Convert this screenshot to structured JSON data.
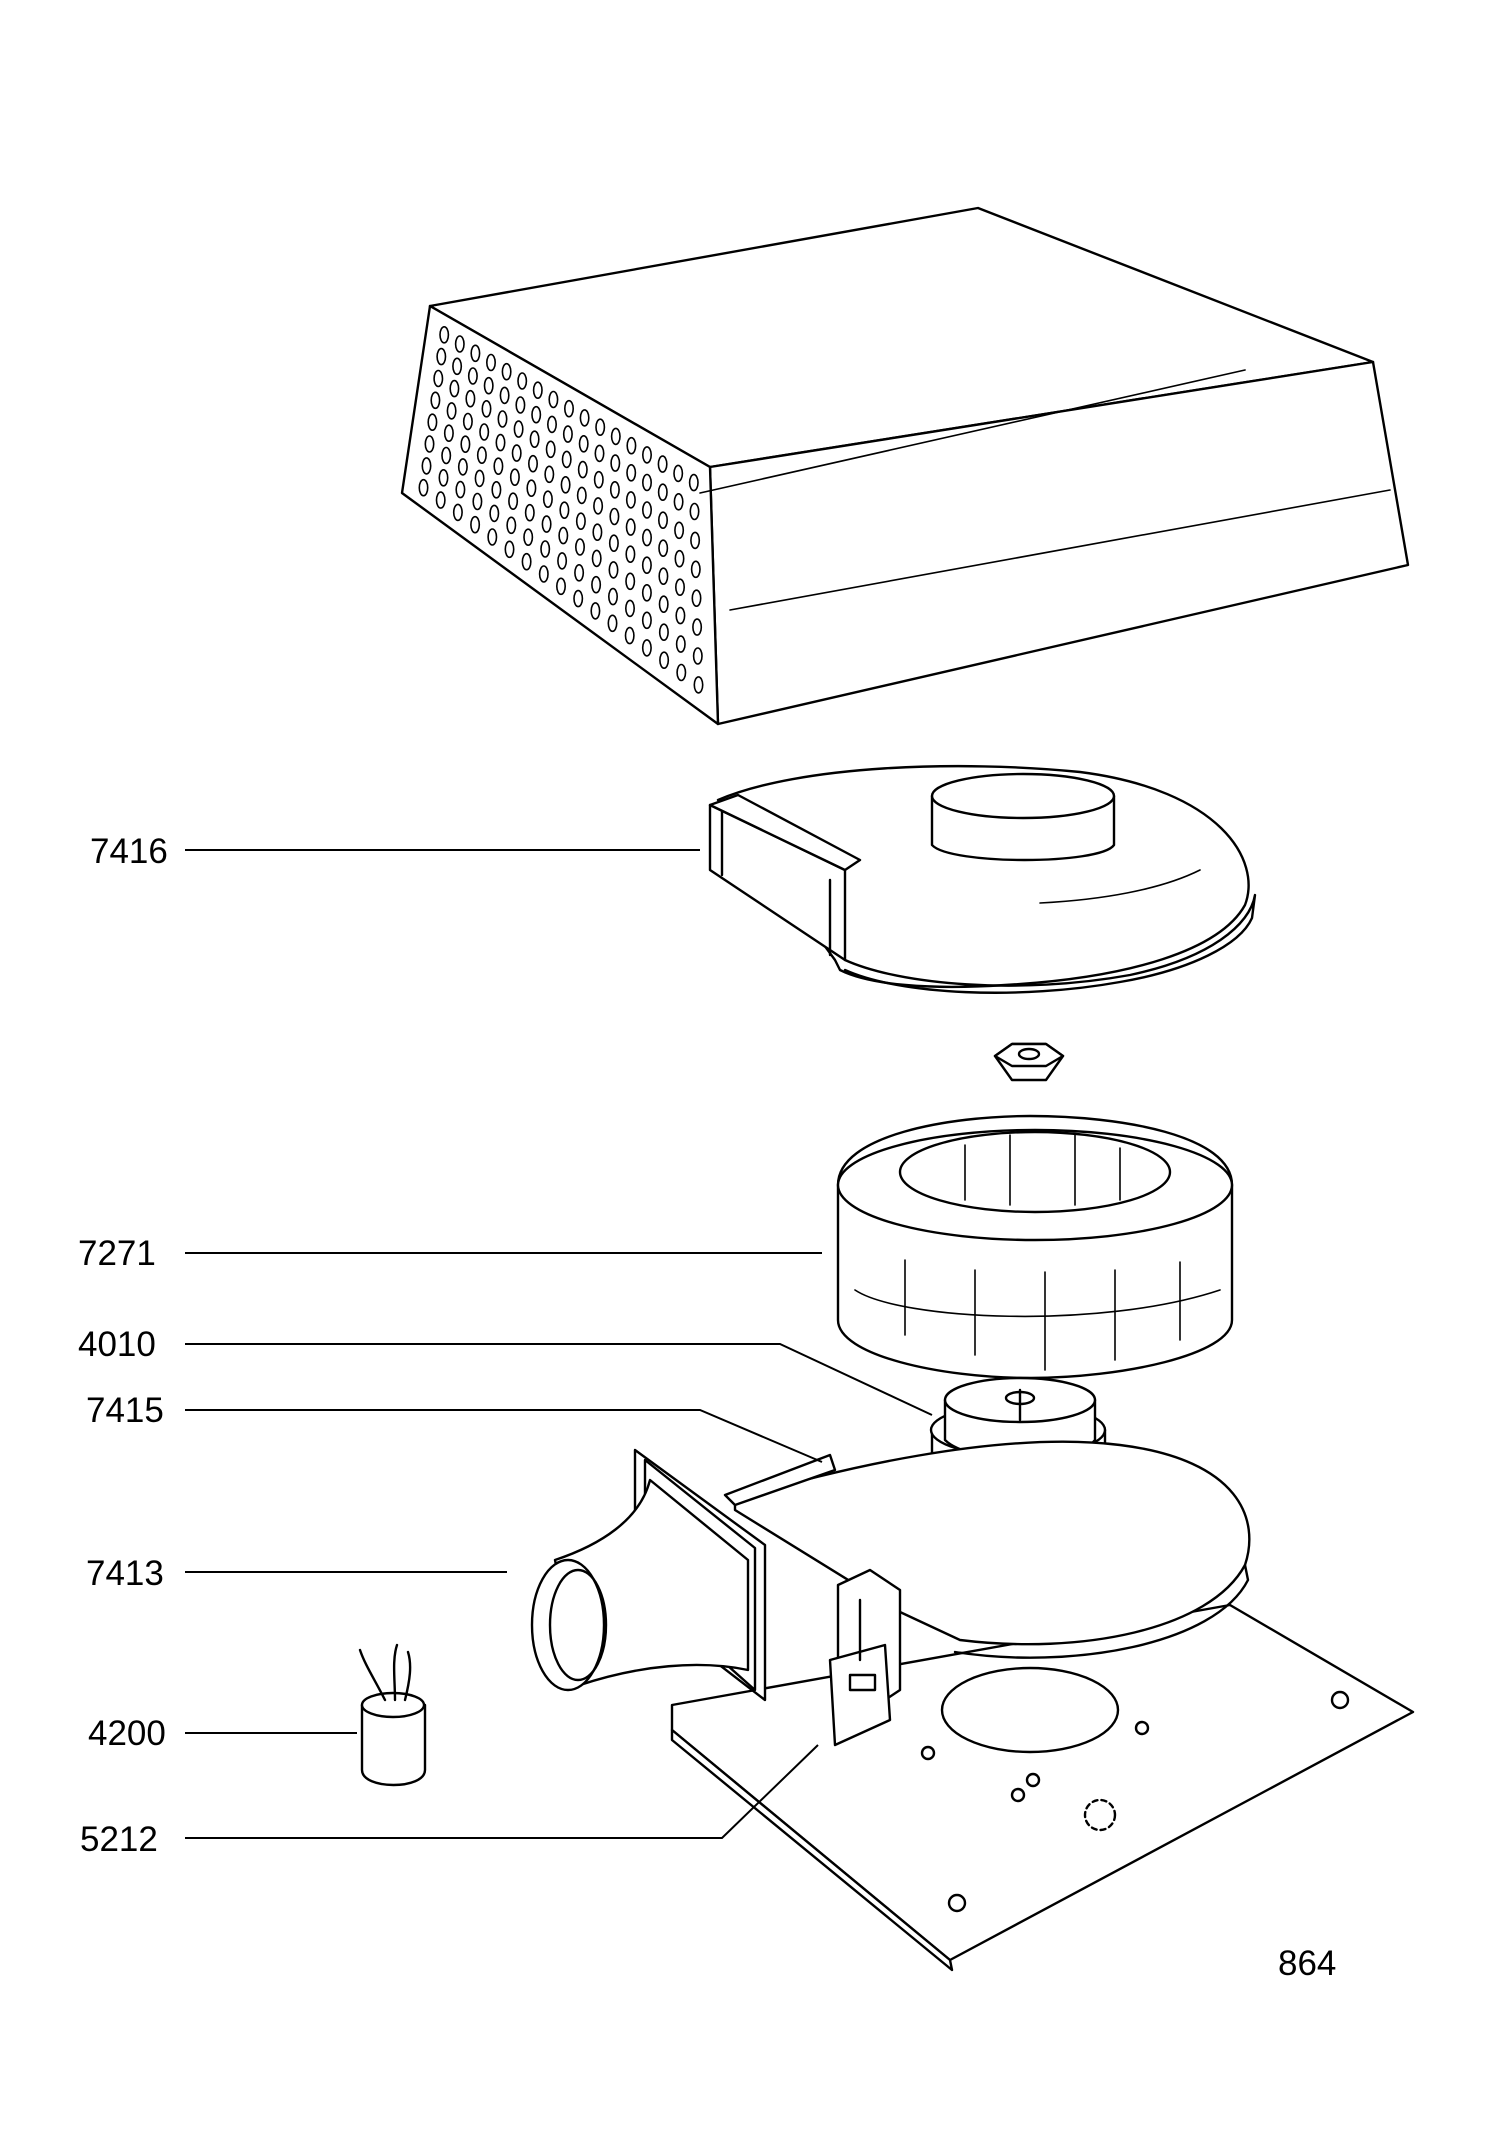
{
  "diagram": {
    "labels": {
      "p7416": "7416",
      "p7271": "7271",
      "p4010": "4010",
      "p7415": "7415",
      "p7413": "7413",
      "p4200": "4200",
      "p5212": "5212"
    },
    "page_number": "864"
  }
}
